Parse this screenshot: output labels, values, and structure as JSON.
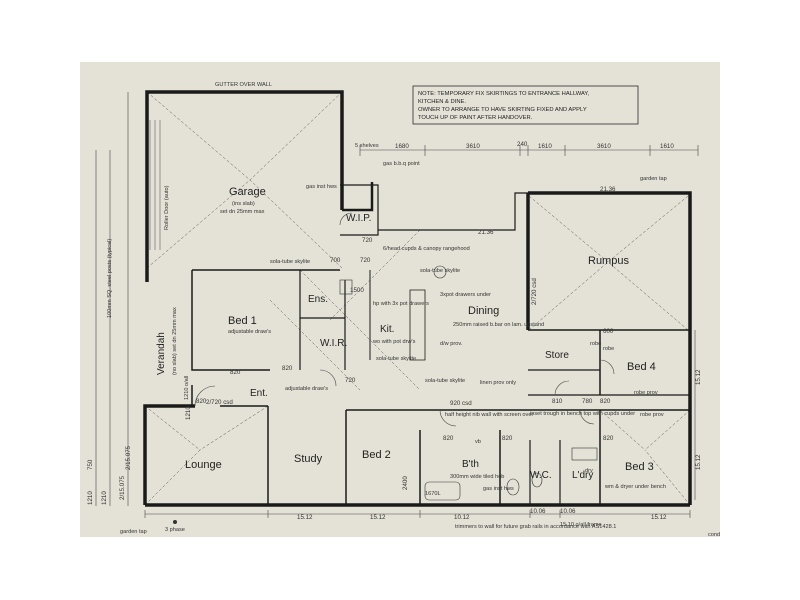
{
  "rooms": {
    "garage": "Garage",
    "wip": "W.I.P.",
    "rumpus": "Rumpus",
    "bed1": "Bed 1",
    "ens": "Ens.",
    "kit": "Kit.",
    "wir": "W.I.R.",
    "dining": "Dining",
    "store": "Store",
    "bed4": "Bed 4",
    "verandah": "Verandah",
    "ent": "Ent.",
    "lounge": "Lounge",
    "study": "Study",
    "bed2": "Bed 2",
    "bth": "B'th",
    "wc": "W.C.",
    "ldry": "L'dry",
    "bed3": "Bed 3"
  },
  "note": {
    "lines": [
      "NOTE: TEMPORARY FIX SKIRTINGS TO ENTRANCE HALLWAY,",
      "KITCHEN & DINE.",
      "OWNER TO ARRANGE TO HAVE SKIRTING FIXED AND APPLY",
      "TOUCH UP OF PAINT AFTER HANDOVER."
    ]
  },
  "dimensions": {
    "top": [
      "1680",
      "3610",
      "240",
      "1610",
      "3610",
      "1610"
    ],
    "rumpus_width": "21.36",
    "wip_width": "21.36",
    "bottom": [
      "15.12",
      "15.12",
      "10.12",
      "10.06",
      "10.06",
      "15.12"
    ],
    "left": [
      "1210",
      "750",
      "1210",
      "2/15.075"
    ],
    "right": "15.12",
    "small": [
      "720",
      "720",
      "820",
      "820",
      "820",
      "920 csd",
      "720",
      "2/720 csd",
      "600",
      "810",
      "780",
      "820",
      "1500",
      "700",
      "2/720 csd",
      "2400",
      "1210",
      "820",
      "820",
      "820",
      "2/15.075"
    ]
  },
  "annotations": {
    "gutter": "GUTTER OVER WALL",
    "shelves": "5 shelves",
    "gas_bbq": "gas b.b.q point",
    "gas_inst": "gas inst hws",
    "slab": "(ins slab)",
    "set_down": "set dn 25mm max",
    "roller_door": "Roller Door (auto)",
    "rangehood": "6/head cupds & canopy rangehood",
    "solatube1": "sola-tube skylite",
    "solatube2": "sola-tube skylite",
    "solatube3": "sola-tube skylite",
    "solatube4": "sola-tube skylite",
    "drawers": "3xpot drawers under",
    "bar": "250mm raised b.bar on lam. upstand",
    "adj1": "adjustable draw's",
    "adj2": "adjustable draw's",
    "hp": "hp with 3x pot drawers",
    "wo": "wo with pot drw's",
    "dw": "d/w prov.",
    "linen": "linen prov only",
    "half": "half height nib wall with screen over",
    "shower": "300mm wide tiled hob",
    "trough": "inset trough in bench top with cupds under",
    "robe1": "robe",
    "robe2": "robe prov",
    "wm": "wm & dryer under bench",
    "trimmers": "trimmers to wall for future grab rails in accordance with AS1428.1",
    "garden_top1": "garden tap",
    "garden_top2": "garden tap",
    "phase": "3 phase",
    "frame": "15.10 o/all frame",
    "posts": "100mm SQ. steel posts (typical)",
    "verandah_slab": "(no slab) set dn 25mm max",
    "overall": "1210 o/all",
    "robe3": "robe prov",
    "bath_len": "1670L",
    "vb": "vb",
    "gas_hws": "gas inst hws",
    "cond": "cond",
    "dry": "dry",
    "robe_prov": "robe"
  },
  "colors": {
    "background": "#e4e2d6",
    "wall": "#1a1a1a",
    "line": "#2b2b2b",
    "paper": "#ffffff"
  }
}
